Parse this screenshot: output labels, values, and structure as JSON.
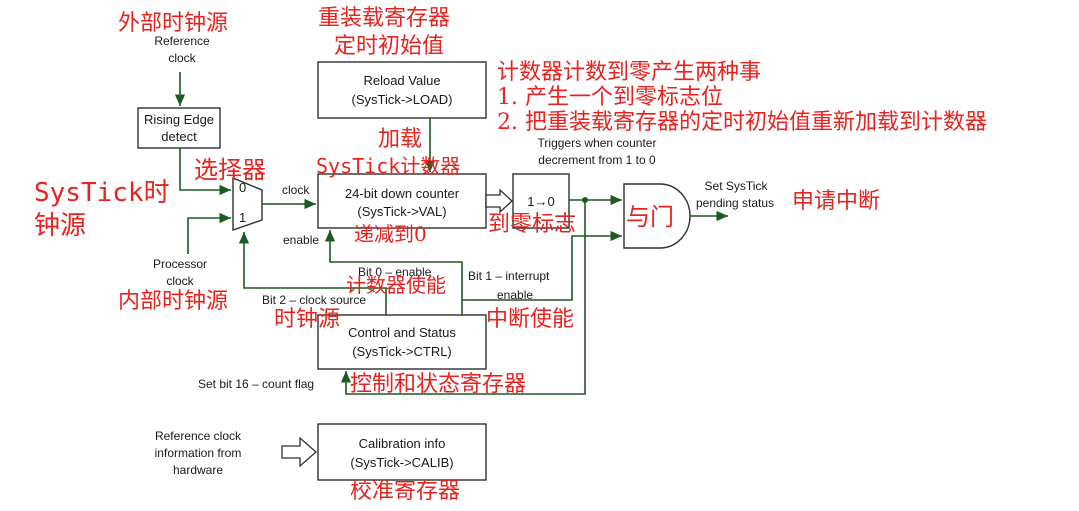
{
  "annotations": {
    "external_clock": "外部时钟源",
    "reload_register": "重装载寄存器",
    "reload_initial": "定时初始值",
    "count_zero_title": "计数器计数到零产生两种事",
    "count_zero_1": "1. 产生一个到零标志位",
    "count_zero_2": "2. 把重装载寄存器的定时初始值重新加载到计数器",
    "load": "加载",
    "selector": "选择器",
    "systick_counter": "SysTick计数器",
    "systick_clock_line1": "SysTick时",
    "systick_clock_line2": "钟源",
    "decrement": "递减到0",
    "zero_flag": "到零标志",
    "and_gate": "与门",
    "request_interrupt": "申请中断",
    "internal_clock": "内部时钟源",
    "counter_enable": "计数器使能",
    "clock_source": "时钟源",
    "interrupt_enable": "中断使能",
    "ctrl_status_register": "控制和状态寄存器",
    "calibration_register": "校准寄存器"
  },
  "labels": {
    "reference_clock_1": "Reference",
    "reference_clock_2": "clock",
    "rising_edge_1": "Rising Edge",
    "rising_edge_2": "detect",
    "processor_clock_1": "Processor",
    "processor_clock_2": "clock",
    "mux_0": "0",
    "mux_1": "1",
    "clock": "clock",
    "enable": "enable",
    "reload_1": "Reload Value",
    "reload_2": "(SysTick->LOAD)",
    "counter_1": "24-bit down counter",
    "counter_2": "(SysTick->VAL)",
    "triggers_1": "Triggers when counter",
    "triggers_2": "decrement from 1 to 0",
    "one_to_zero": "1→0",
    "set_systick_1": "Set SysTick",
    "set_systick_2": "pending status",
    "bit0": "Bit 0 – enable",
    "bit1_1": "Bit 1 – interrupt",
    "bit1_2": "enable",
    "bit2": "Bit 2 – clock source",
    "ctrl_1": "Control and Status",
    "ctrl_2": "(SysTick->CTRL)",
    "set_bit16": "Set bit 16 – count flag",
    "ref_hw_1": "Reference clock",
    "ref_hw_2": "information from",
    "ref_hw_3": "hardware",
    "calib_1": "Calibration info",
    "calib_2": "(SysTick->CALIB)"
  },
  "colors": {
    "annotation": "#e8231f",
    "wire": "#1c5a22",
    "outline": "#2f2f2f"
  }
}
